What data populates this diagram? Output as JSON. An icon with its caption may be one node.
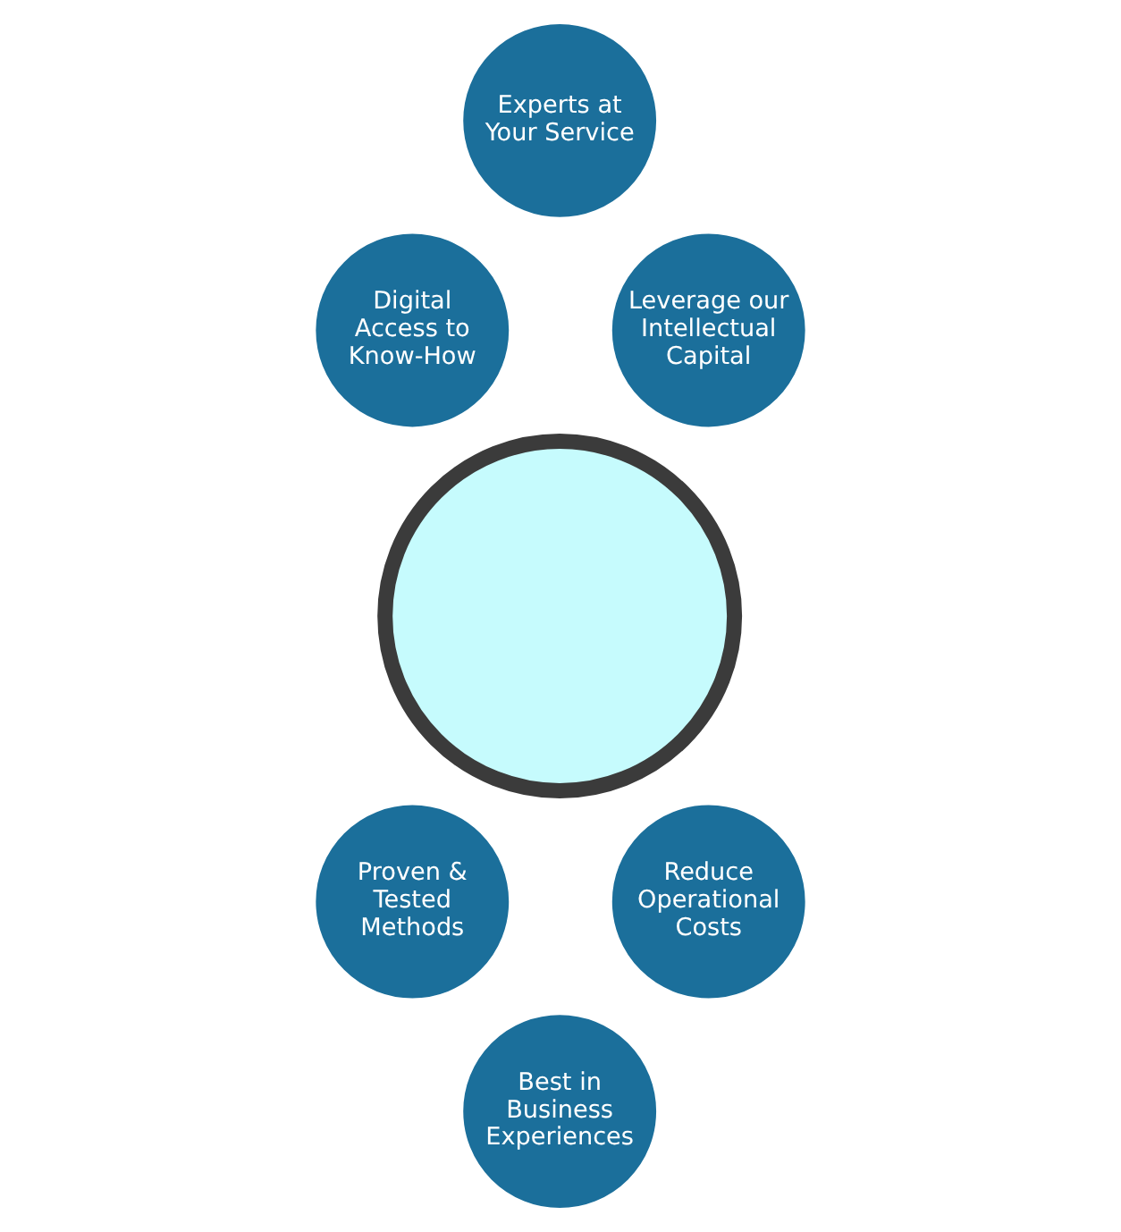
{
  "diagram": {
    "nodes": [
      {
        "text": [],
        "shape": "circle"
      },
      {
        "text": [
          "Experts at Your Service"
        ]
      },
      {
        "text": [
          "Digital Access to Know-How"
        ]
      },
      {
        "text": [
          "Leverage our Intellectual Capital"
        ]
      },
      {
        "text": [
          "Proven & Tested Methods"
        ]
      },
      {
        "text": [
          "Reduce Operational Costs"
        ]
      },
      {
        "text": [
          "Best in Business Experiences"
        ]
      }
    ]
  }
}
